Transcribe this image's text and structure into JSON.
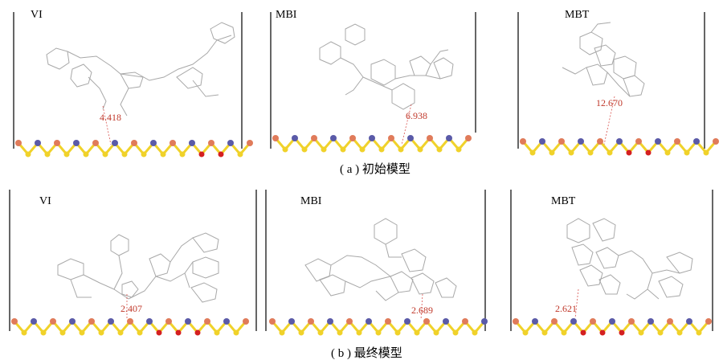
{
  "figure": {
    "rows": [
      {
        "caption": "( a ) 初始模型",
        "panels": [
          {
            "label": "VI",
            "distance": "4.418"
          },
          {
            "label": "MBI",
            "distance": "6.938"
          },
          {
            "label": "MBT",
            "distance": "12.670"
          }
        ]
      },
      {
        "caption": "( b ) 最终模型",
        "panels": [
          {
            "label": "VI",
            "distance": "2.407"
          },
          {
            "label": "MBI",
            "distance": "2.689"
          },
          {
            "label": "MBT",
            "distance": "2.621"
          }
        ]
      }
    ],
    "colors": {
      "sulfur": "#f0d22a",
      "metal_blue": "#5a5aa8",
      "oxygen_orange": "#e07b5a",
      "red_atom": "#d42020",
      "molecule_gray": "#a8a8a8",
      "nitrogen_blue": "#3050c8",
      "distance_red": "#c0392b"
    }
  }
}
